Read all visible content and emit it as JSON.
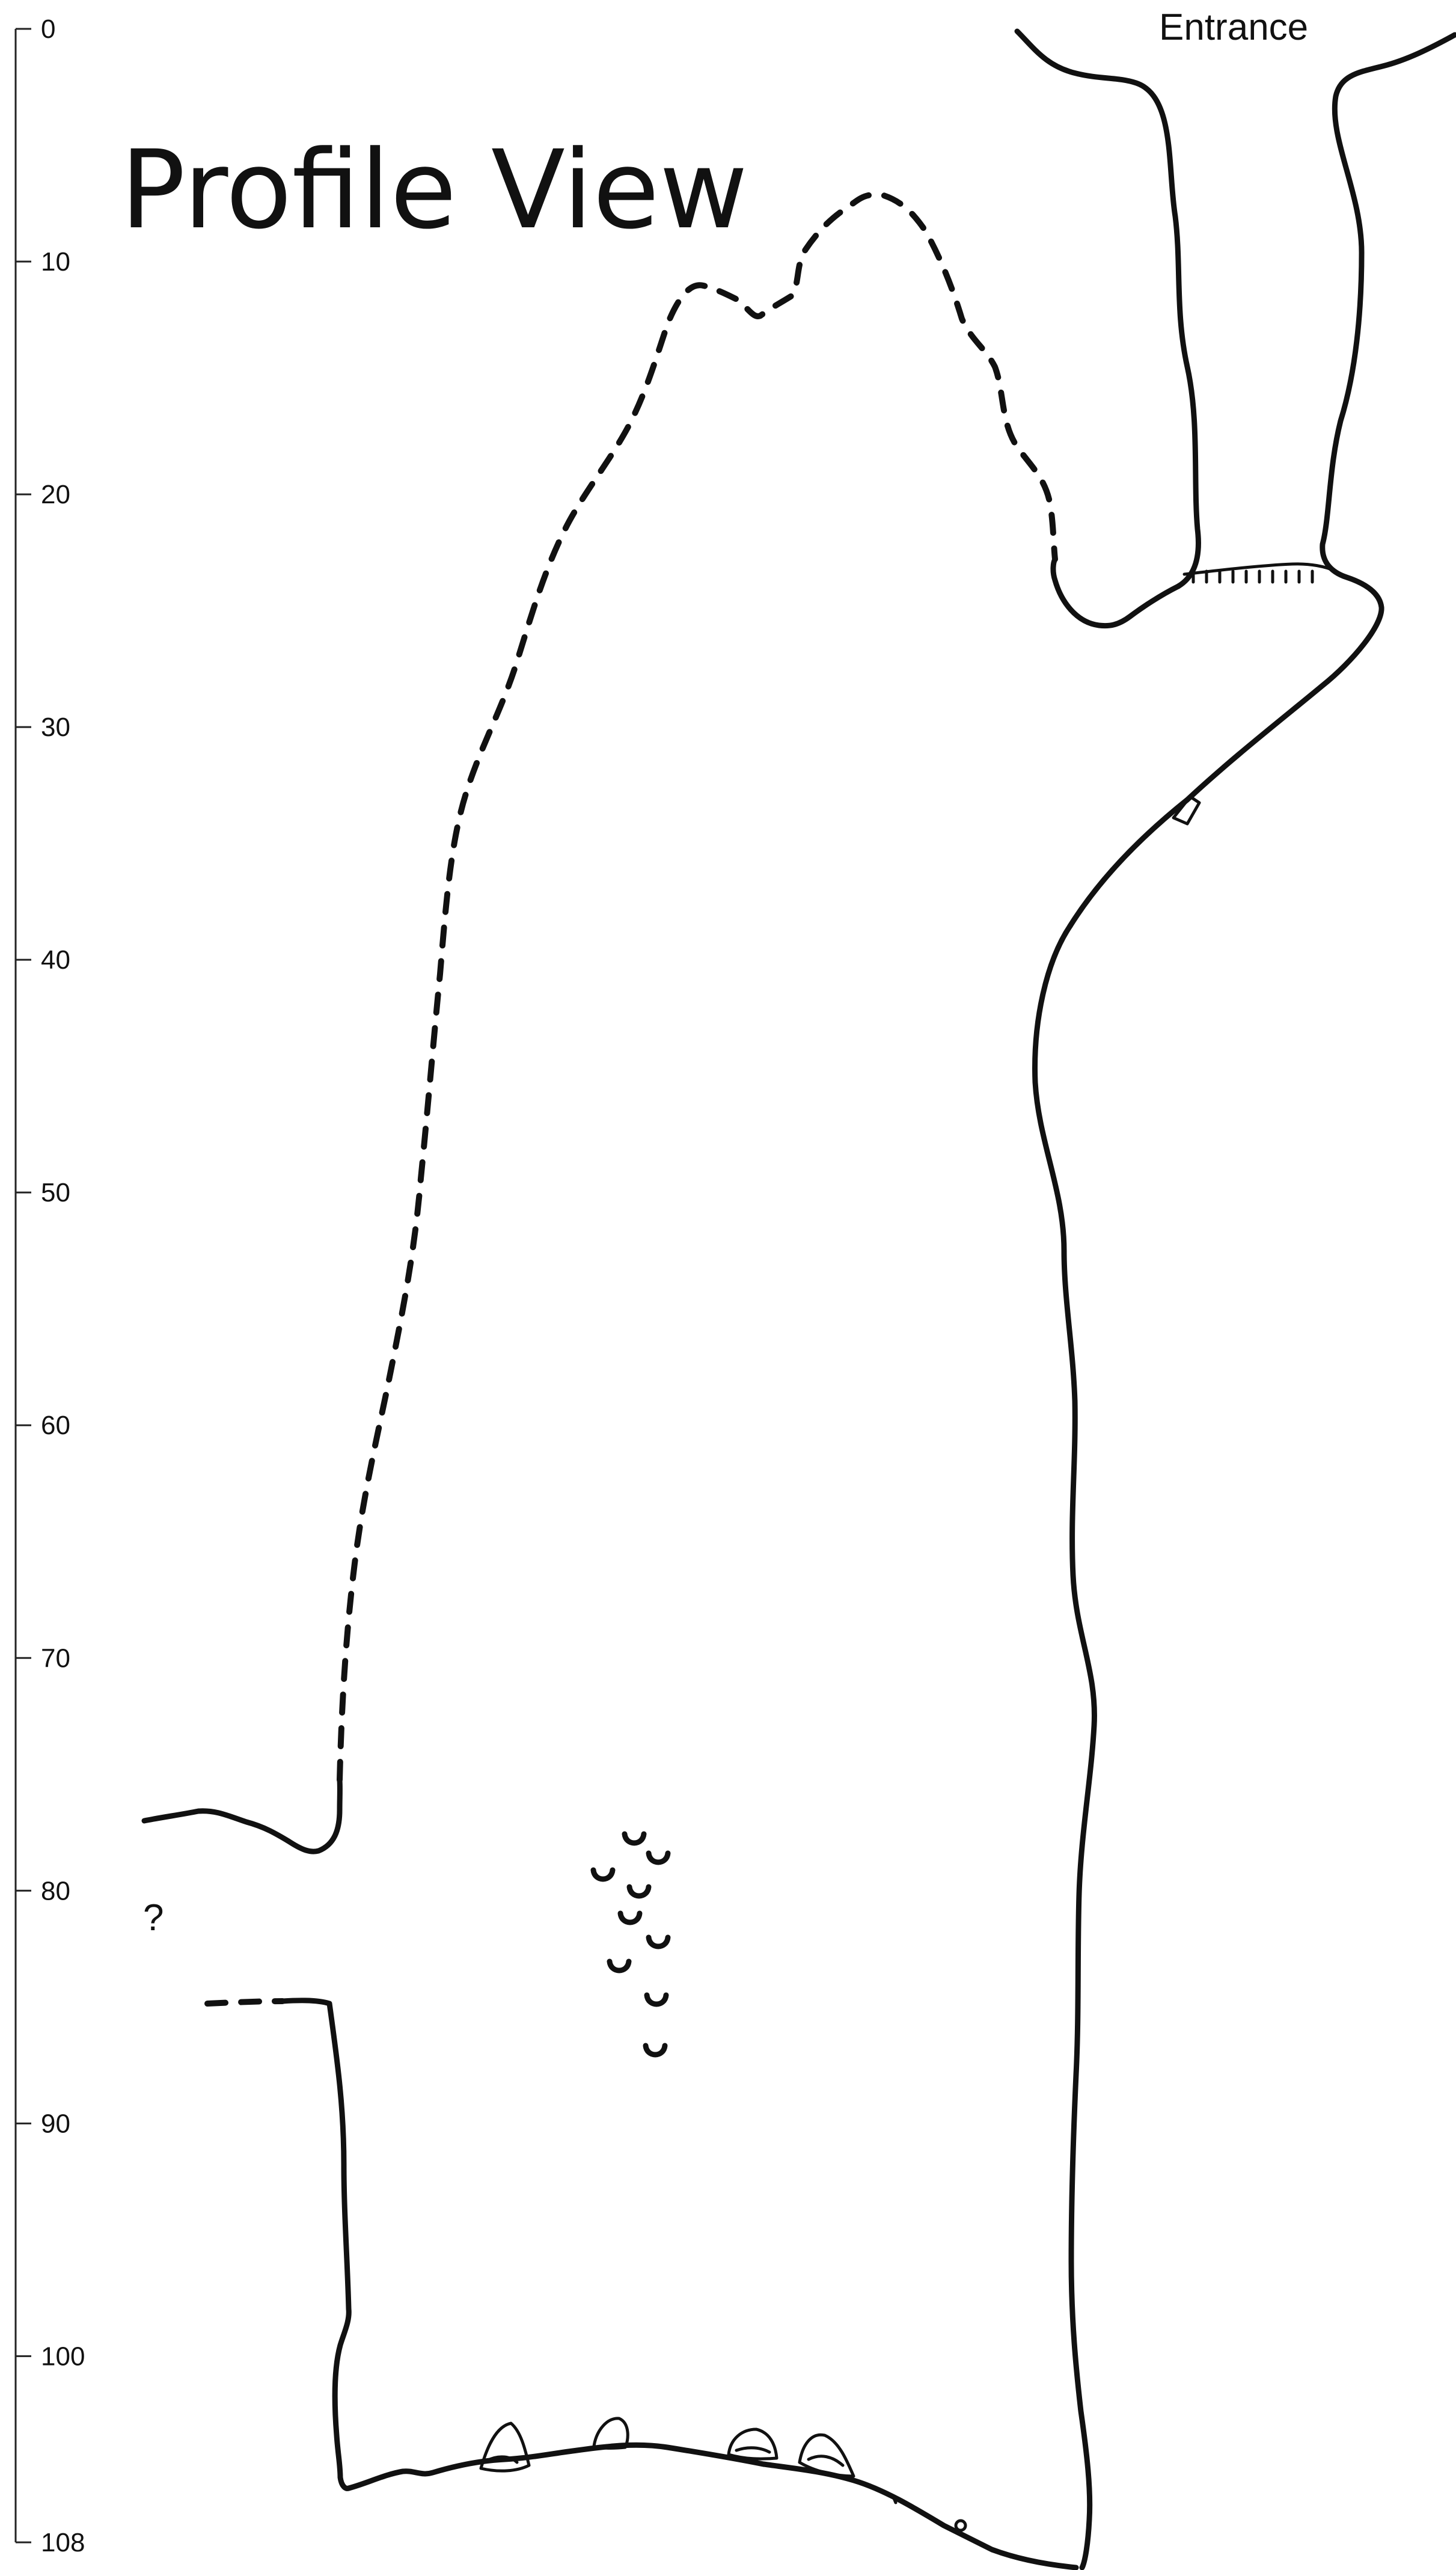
{
  "title": "Profile View",
  "entrance_label": "Entrance",
  "unknown_passage_label": "?",
  "depth_scale": {
    "ticks": [
      "0",
      "10",
      "20",
      "30",
      "40",
      "50",
      "60",
      "70",
      "80",
      "90",
      "100",
      "108"
    ],
    "min": 0,
    "max": 108
  },
  "colors": {
    "ink": "#111111",
    "background": "#ffffff"
  }
}
